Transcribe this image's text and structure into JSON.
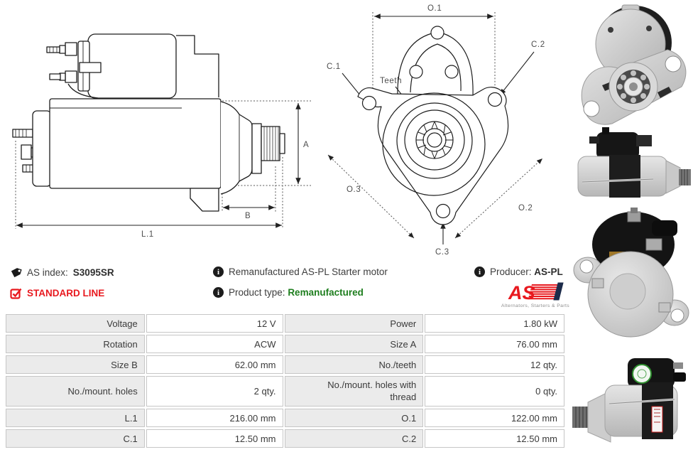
{
  "info_bar": {
    "as_index_label": "AS index:",
    "as_index_value": "S3095SR",
    "standard_line_label": "STANDARD LINE",
    "description": "Remanufactured AS-PL Starter motor",
    "product_type_label": "Product type:",
    "product_type_value": "Remanufactured",
    "producer_label": "Producer:",
    "producer_value": "AS-PL",
    "logo_text": "AS",
    "logo_tagline": "Alternators, Starters & Parts"
  },
  "icons": {
    "tag_icon": "tag",
    "check_icon": "checked-checkbox",
    "info_icon": "i"
  },
  "colors": {
    "brand_red": "#e8191f",
    "type_green": "#1e7e1e",
    "text_dark": "#3d3d3d",
    "table_label_bg": "#ebebeb",
    "table_border": "#c6c6c6"
  },
  "side_drawing": {
    "dim_a": "A",
    "dim_b": "B",
    "dim_l1": "L.1"
  },
  "front_drawing": {
    "dim_o1": "O.1",
    "dim_o2": "O.2",
    "dim_o3": "O.3",
    "dim_c1": "C.1",
    "dim_c2": "C.2",
    "dim_c3": "C.3",
    "teeth": "Teeth"
  },
  "spec_table": {
    "rows": [
      {
        "cells": [
          {
            "label": "Voltage",
            "value": "12 V"
          },
          {
            "label": "Power",
            "value": "1.80 kW"
          }
        ]
      },
      {
        "cells": [
          {
            "label": "Rotation",
            "value": "ACW"
          },
          {
            "label": "Size A",
            "value": "76.00 mm"
          }
        ]
      },
      {
        "cells": [
          {
            "label": "Size B",
            "value": "62.00 mm"
          },
          {
            "label": "No./teeth",
            "value": "12 qty."
          }
        ]
      },
      {
        "cells": [
          {
            "label": "No./mount. holes",
            "value": "2 qty."
          },
          {
            "label": "No./mount. holes with thread",
            "value": "0 qty."
          }
        ]
      },
      {
        "cells": [
          {
            "label": "L.1",
            "value": "216.00 mm"
          },
          {
            "label": "O.1",
            "value": "122.00 mm"
          }
        ]
      },
      {
        "cells": [
          {
            "label": "C.1",
            "value": "12.50 mm"
          },
          {
            "label": "C.2",
            "value": "12.50 mm"
          }
        ]
      }
    ]
  }
}
